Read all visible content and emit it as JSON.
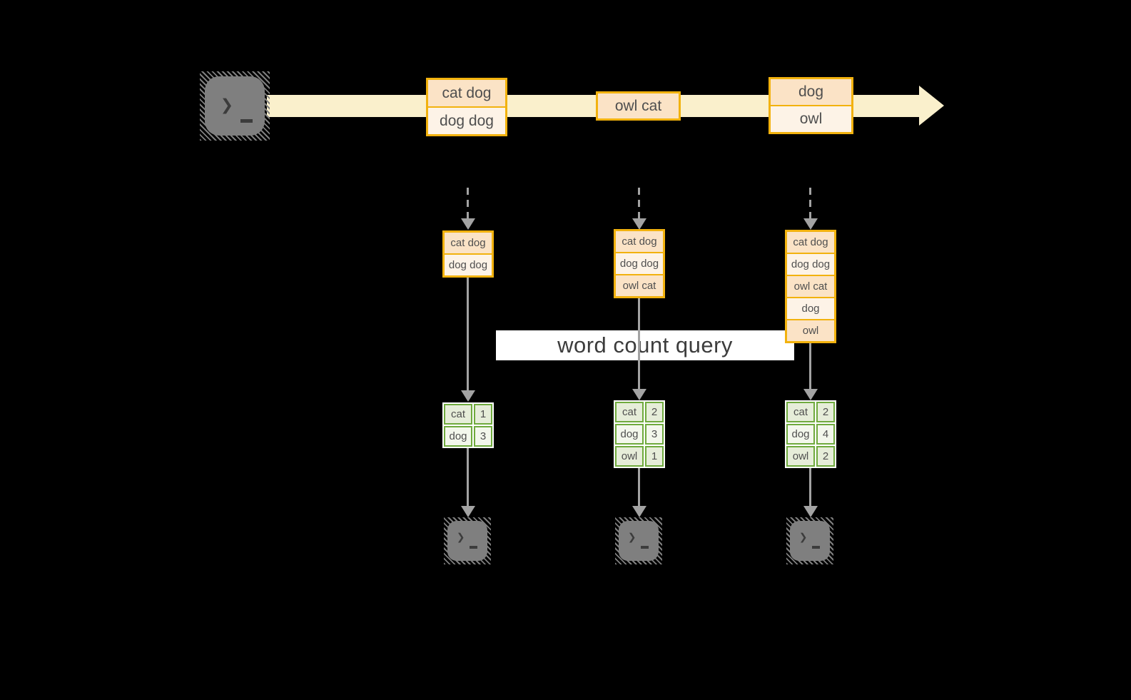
{
  "query": {
    "label": "word count query"
  },
  "stream_batches": [
    {
      "rows": [
        "cat dog",
        "dog dog"
      ]
    },
    {
      "rows": [
        "owl cat"
      ]
    },
    {
      "rows": [
        "dog",
        "owl"
      ]
    }
  ],
  "state_boxes": [
    {
      "rows": [
        "cat dog",
        "dog dog"
      ]
    },
    {
      "rows": [
        "cat dog",
        "dog dog",
        "owl cat"
      ]
    },
    {
      "rows": [
        "cat dog",
        "dog dog",
        "owl cat",
        "dog",
        "owl"
      ]
    }
  ],
  "count_tables": [
    {
      "rows": [
        {
          "word": "cat",
          "value": "1"
        },
        {
          "word": "dog",
          "value": "3"
        }
      ]
    },
    {
      "rows": [
        {
          "word": "cat",
          "value": "2"
        },
        {
          "word": "dog",
          "value": "3"
        },
        {
          "word": "owl",
          "value": "1"
        }
      ]
    },
    {
      "rows": [
        {
          "word": "cat",
          "value": "2"
        },
        {
          "word": "dog",
          "value": "4"
        },
        {
          "word": "owl",
          "value": "2"
        }
      ]
    }
  ],
  "icons": {
    "source": "terminal-prompt-icon",
    "sinks": [
      "terminal-prompt-icon",
      "terminal-prompt-icon",
      "terminal-prompt-icon"
    ],
    "prompt_glyph": "❯"
  },
  "colors": {
    "background": "#000000",
    "stream": "#FAF0CC",
    "amber": "#F2B20E",
    "peach_dark": "#FBE3C6",
    "peach_light": "#FDF3E7",
    "green": "#6FAA3D",
    "green_cell_dark": "#E6EDD9",
    "green_cell_light": "#F3F7EC",
    "arrow_gray": "#A3A3A3",
    "terminal_gray": "#7F7F7F",
    "cell_text": "#4F4F4F",
    "query_text": "#3C3C3C",
    "query_bg": "#FFFFFF"
  }
}
